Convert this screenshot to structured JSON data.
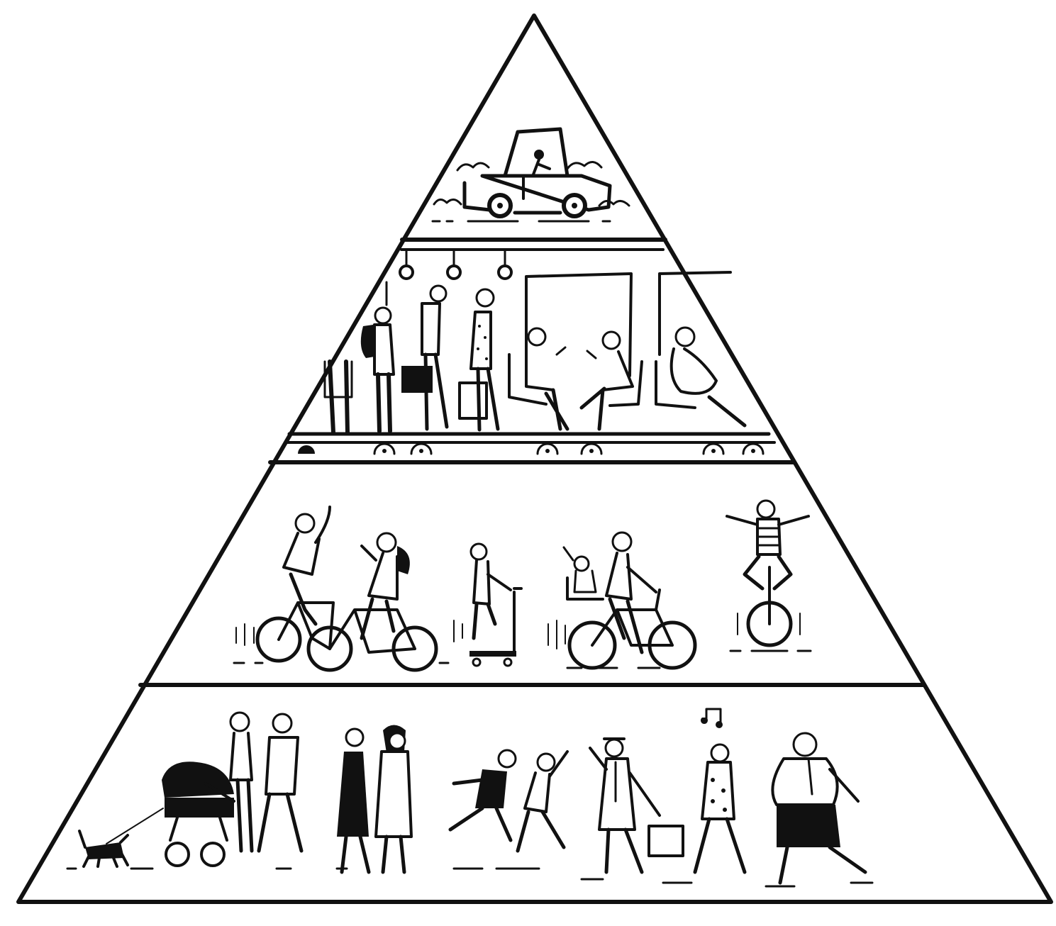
{
  "diagram": {
    "kind": "pyramid",
    "tiers": [
      {
        "id": "car",
        "icon": "car-driver-icon"
      },
      {
        "id": "public-transport",
        "icon": "train-passengers-icon"
      },
      {
        "id": "cycling",
        "icon": "cyclists-icon"
      },
      {
        "id": "walking",
        "icon": "pedestrians-icon"
      }
    ],
    "colors": {
      "ink": "#111111",
      "background": "#ffffff"
    }
  }
}
